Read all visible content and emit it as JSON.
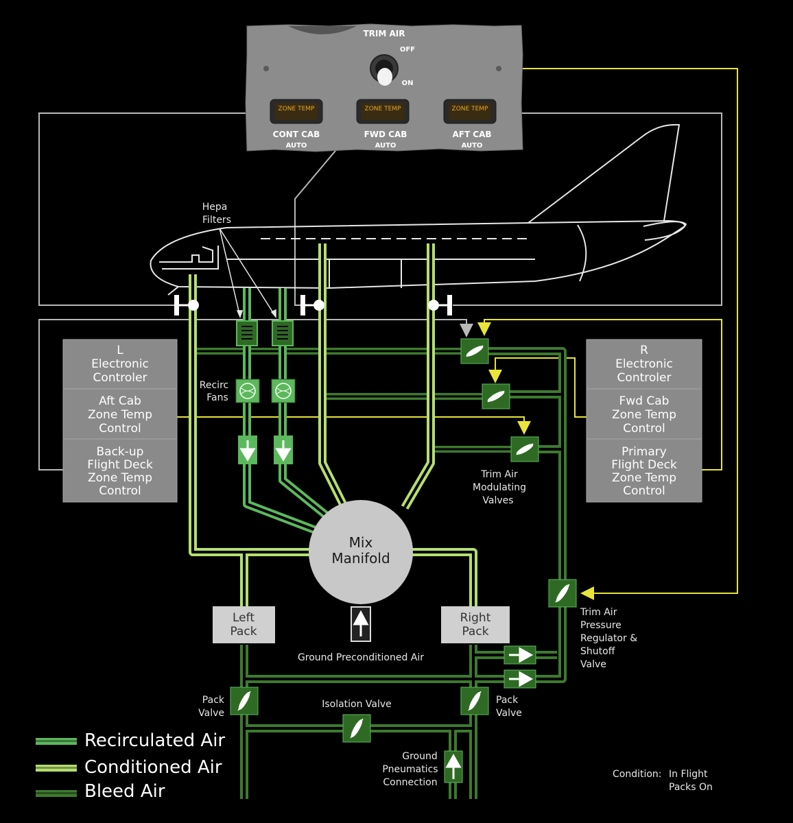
{
  "panel": {
    "title": "TRIM AIR",
    "switch_off": "OFF",
    "switch_on": "ON",
    "indicator_label": "ZONE TEMP",
    "zones": [
      {
        "label": "CONT CAB",
        "mode": "AUTO"
      },
      {
        "label": "FWD CAB",
        "mode": "AUTO"
      },
      {
        "label": "AFT CAB",
        "mode": "AUTO"
      }
    ]
  },
  "labels": {
    "hepa_filters_1": "Hepa",
    "hepa_filters_2": "Filters",
    "recirc_fans_1": "Recirc",
    "recirc_fans_2": "Fans",
    "trim_mod_1": "Trim Air",
    "trim_mod_2": "Modulating",
    "trim_mod_3": "Valves",
    "mix_manifold_1": "Mix",
    "mix_manifold_2": "Manifold",
    "left_pack_1": "Left",
    "left_pack_2": "Pack",
    "right_pack_1": "Right",
    "right_pack_2": "Pack",
    "ground_precond": "Ground Preconditioned Air",
    "trim_prsov_1": "Trim Air",
    "trim_prsov_2": "Pressure",
    "trim_prsov_3": "Regulator &",
    "trim_prsov_4": "Shutoff",
    "trim_prsov_5": "Valve",
    "pack_valve_l_1": "Pack",
    "pack_valve_l_2": "Valve",
    "pack_valve_r_1": "Pack",
    "pack_valve_r_2": "Valve",
    "isolation_valve": "Isolation Valve",
    "ground_pneu_1": "Ground",
    "ground_pneu_2": "Pneumatics",
    "ground_pneu_3": "Connection",
    "condition_label": "Condition:",
    "condition_1": "In Flight",
    "condition_2": "Packs On"
  },
  "left_controller": {
    "box1_1": "L",
    "box1_2": "Electronic",
    "box1_3": "Controler",
    "box2_1": "Aft Cab",
    "box2_2": "Zone Temp",
    "box2_3": "Control",
    "box3_1": "Back-up",
    "box3_2": "Flight Deck",
    "box3_3": "Zone Temp",
    "box3_4": "Control"
  },
  "right_controller": {
    "box1_1": "R",
    "box1_2": "Electronic",
    "box1_3": "Controler",
    "box2_1": "Fwd Cab",
    "box2_2": "Zone Temp",
    "box2_3": "Control",
    "box3_1": "Primary",
    "box3_2": "Flight Deck",
    "box3_3": "Zone Temp",
    "box3_4": "Control"
  },
  "legend": [
    {
      "label": "Recirculated Air",
      "color": "#5cb85c"
    },
    {
      "label": "Conditioned Air",
      "color": "#b5df6e"
    },
    {
      "label": "Bleed Air",
      "color": "#3d7a2e"
    }
  ],
  "colors": {
    "recirculated": "#5cb85c",
    "conditioned": "#b5df6e",
    "bleed": "#3d7a2e",
    "signal": "#e8e43a",
    "sensor": "#b8b8b8",
    "controller_box": "#8a8a8a",
    "panel": "#8c8c8c"
  }
}
